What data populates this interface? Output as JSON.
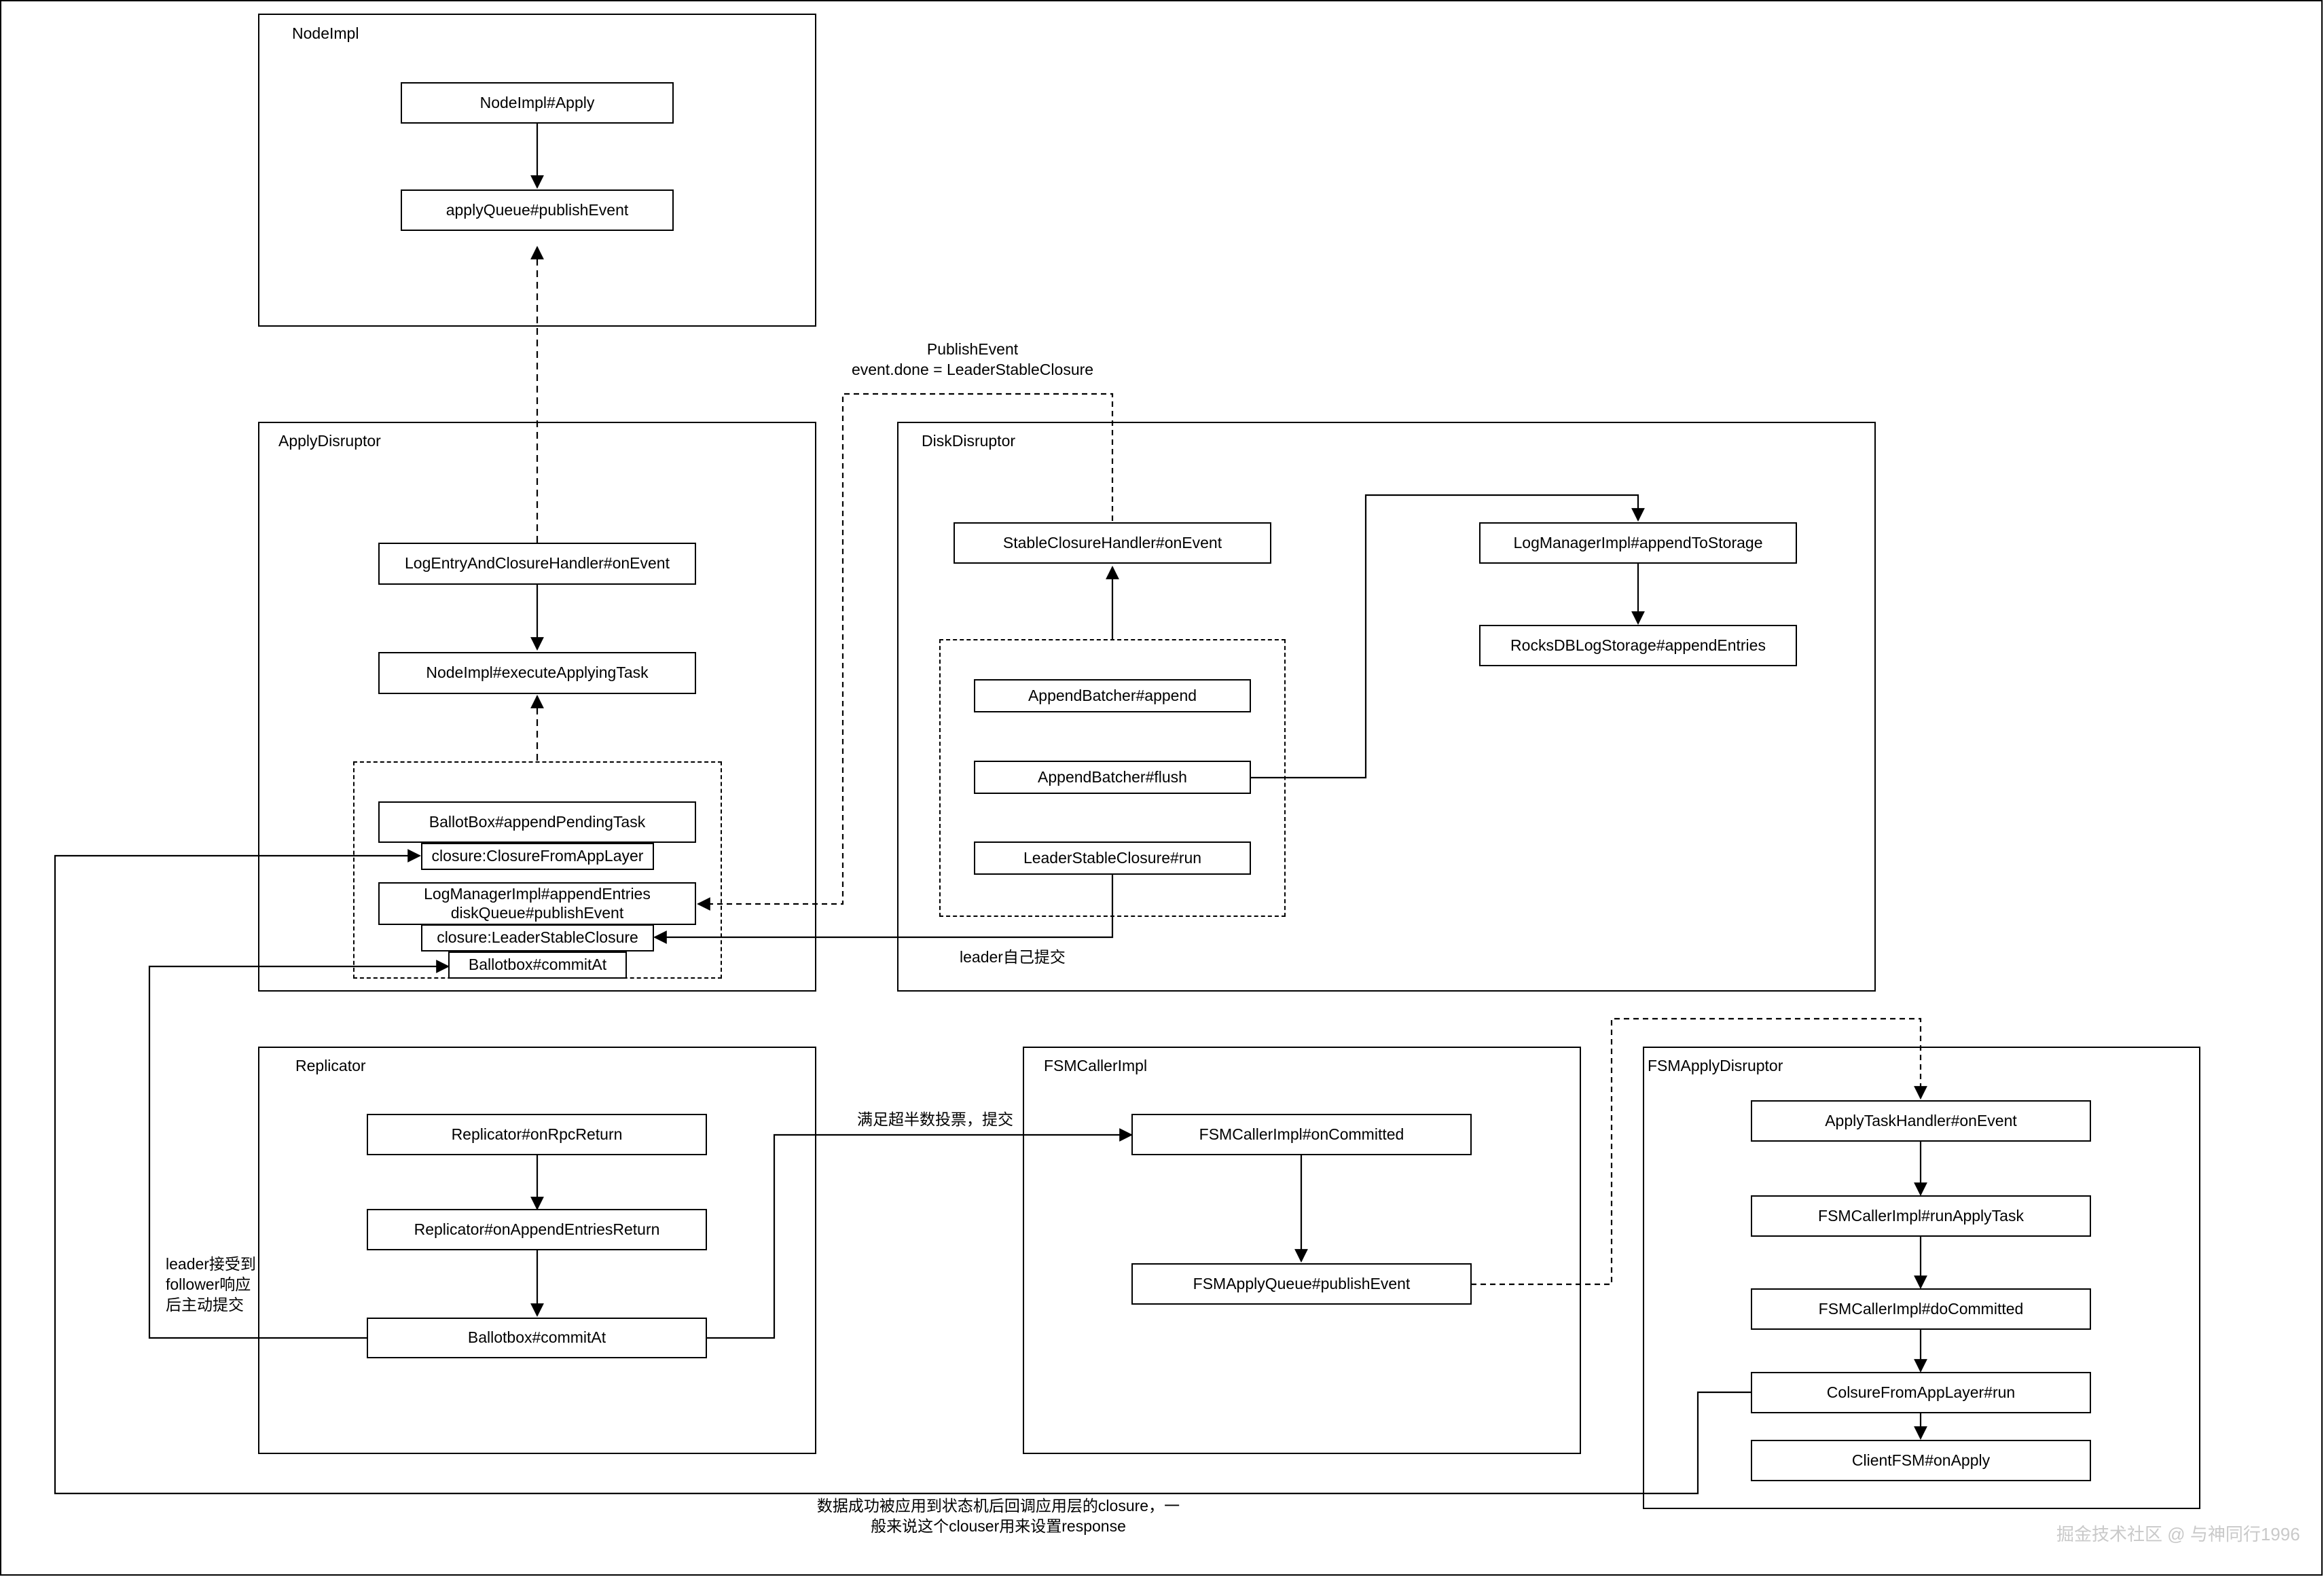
{
  "groups": {
    "nodeimpl": "NodeImpl",
    "apply_disruptor": "ApplyDisruptor",
    "disk_disruptor": "DiskDisruptor",
    "replicator": "Replicator",
    "fsm_caller_impl": "FSMCallerImpl",
    "fsm_apply_disruptor": "FSMApplyDisruptor"
  },
  "nodes": {
    "nodeimpl_apply": "NodeImpl#Apply",
    "apply_queue_publish": "applyQueue#publishEvent",
    "log_entry_handler": "LogEntryAndClosureHandler#onEvent",
    "execute_applying_task": "NodeImpl#executeApplyingTask",
    "append_pending_task": "BallotBox#appendPendingTask",
    "closure_from_app_layer": "closure:ClosureFromAppLayer",
    "log_manager_append_entries_1": "LogManagerImpl#appendEntries",
    "log_manager_append_entries_2": "diskQueue#publishEvent",
    "closure_leader_stable": "closure:LeaderStableClosure",
    "ballotbox_commit_at_apply": "Ballotbox#commitAt",
    "stable_closure_handler": "StableClosureHandler#onEvent",
    "append_batcher_append": "AppendBatcher#append",
    "append_batcher_flush": "AppendBatcher#flush",
    "leader_stable_closure_run": "LeaderStableClosure#run",
    "append_to_storage": "LogManagerImpl#appendToStorage",
    "rocksdb_append_entries": "RocksDBLogStorage#appendEntries",
    "replicator_on_rpc_return": "Replicator#onRpcReturn",
    "replicator_on_append_entries_return": "Replicator#onAppendEntriesReturn",
    "ballotbox_commit_at_replicator": "Ballotbox#commitAt",
    "fsm_on_committed": "FSMCallerImpl#onCommitted",
    "fsm_apply_queue_publish": "FSMApplyQueue#publishEvent",
    "apply_task_handler": "ApplyTaskHandler#onEvent",
    "run_apply_task": "FSMCallerImpl#runApplyTask",
    "do_committed": "FSMCallerImpl#doCommitted",
    "closure_from_app_layer_run": "ColsureFromAppLayer#run",
    "client_fsm_on_apply": "ClientFSM#onApply"
  },
  "notes": {
    "publish_event_1": "PublishEvent",
    "publish_event_2": "event.done = LeaderStableClosure",
    "leader_self_commit": "leader自己提交",
    "leader_follower_1": "leader接受到",
    "leader_follower_2": "follower响应",
    "leader_follower_3": "后主动提交",
    "majority_vote": "满足超半数投票，提交",
    "closure_callback_1": "数据成功被应用到状态机后回调应用层的closure，一",
    "closure_callback_2": "般来说这个clouser用来设置response"
  },
  "watermark": "掘金技术社区 @ 与神同行1996"
}
